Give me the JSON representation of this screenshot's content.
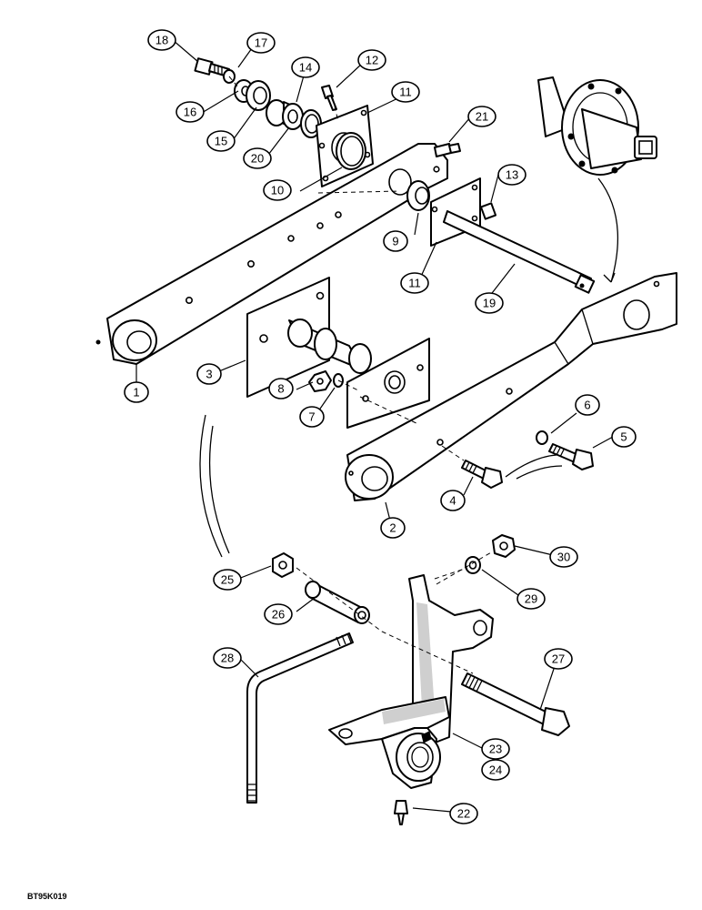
{
  "figure_code": "BT95K019",
  "callouts": [
    {
      "id": "c18",
      "label": "18"
    },
    {
      "id": "c17",
      "label": "17"
    },
    {
      "id": "c14",
      "label": "14"
    },
    {
      "id": "c12",
      "label": "12"
    },
    {
      "id": "c16",
      "label": "16"
    },
    {
      "id": "c15",
      "label": "15"
    },
    {
      "id": "c11a",
      "label": "11"
    },
    {
      "id": "c20",
      "label": "20"
    },
    {
      "id": "c21",
      "label": "21"
    },
    {
      "id": "c10",
      "label": "10"
    },
    {
      "id": "c13",
      "label": "13"
    },
    {
      "id": "c9",
      "label": "9"
    },
    {
      "id": "c11b",
      "label": "11"
    },
    {
      "id": "c19",
      "label": "19"
    },
    {
      "id": "c3",
      "label": "3"
    },
    {
      "id": "c8",
      "label": "8"
    },
    {
      "id": "c7",
      "label": "7"
    },
    {
      "id": "c1",
      "label": "1"
    },
    {
      "id": "c6",
      "label": "6"
    },
    {
      "id": "c5",
      "label": "5"
    },
    {
      "id": "c4",
      "label": "4"
    },
    {
      "id": "c2",
      "label": "2"
    },
    {
      "id": "c30",
      "label": "30"
    },
    {
      "id": "c25",
      "label": "25"
    },
    {
      "id": "c29",
      "label": "29"
    },
    {
      "id": "c26",
      "label": "26"
    },
    {
      "id": "c28",
      "label": "28"
    },
    {
      "id": "c27",
      "label": "27"
    },
    {
      "id": "c23",
      "label": "23"
    },
    {
      "id": "c24",
      "label": "24"
    },
    {
      "id": "c22",
      "label": "22"
    }
  ]
}
